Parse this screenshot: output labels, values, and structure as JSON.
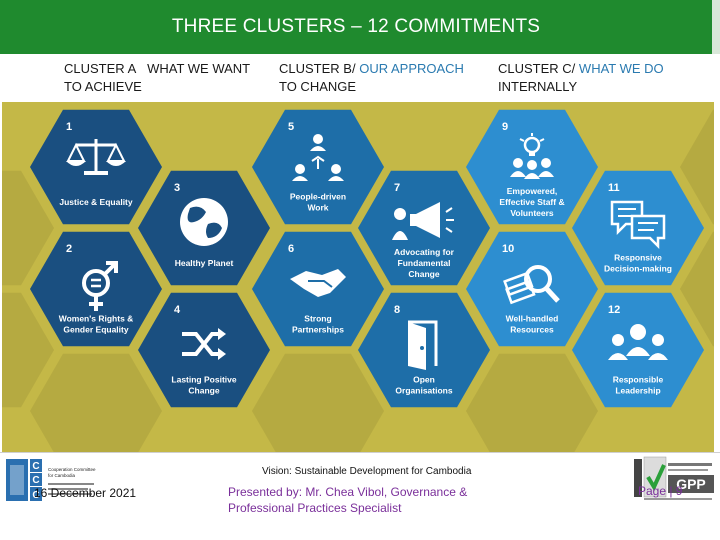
{
  "title": "THREE CLUSTERS – 12 COMMITMENTS",
  "clusters": {
    "a": {
      "prefix": "CLUSTER A",
      "rest": "WHAT WE WANT TO ACHIEVE"
    },
    "b": {
      "prefix": "CLUSTER B/",
      "accent": "OUR APPROACH",
      "rest": "TO CHANGE"
    },
    "c": {
      "prefix": "CLUSTER C/",
      "accent": "WHAT WE DO",
      "rest": "INTERNALLY"
    }
  },
  "commitments": [
    {
      "num": "1",
      "lines": [
        "Justice & Equality"
      ],
      "icon": "scales-icon",
      "color": "#1a4f80"
    },
    {
      "num": "2",
      "lines": [
        "Women's Rights &",
        "Gender Equality"
      ],
      "icon": "gender-icon",
      "color": "#1a4f80"
    },
    {
      "num": "3",
      "lines": [
        "Healthy Planet"
      ],
      "icon": "globe-icon",
      "color": "#1a4f80"
    },
    {
      "num": "4",
      "lines": [
        "Lasting Positive",
        "Change"
      ],
      "icon": "shuffle-icon",
      "color": "#1a4f80"
    },
    {
      "num": "5",
      "lines": [
        "People-driven",
        "Work"
      ],
      "icon": "people-cycle-icon",
      "color": "#1e6ea8"
    },
    {
      "num": "6",
      "lines": [
        "Strong",
        "Partnerships"
      ],
      "icon": "handshake-icon",
      "color": "#1e6ea8"
    },
    {
      "num": "7",
      "lines": [
        "Advocating for",
        "Fundamental",
        "Change"
      ],
      "icon": "megaphone-icon",
      "color": "#1e6ea8"
    },
    {
      "num": "8",
      "lines": [
        "Open",
        "Organisations"
      ],
      "icon": "door-icon",
      "color": "#1e6ea8"
    },
    {
      "num": "9",
      "lines": [
        "Empowered,",
        "Effective Staff &",
        "Volunteers"
      ],
      "icon": "team-lightbulb-icon",
      "color": "#2d8ed0"
    },
    {
      "num": "10",
      "lines": [
        "Well-handled",
        "Resources"
      ],
      "icon": "money-magnifier-icon",
      "color": "#2d8ed0"
    },
    {
      "num": "11",
      "lines": [
        "Responsive",
        "Decision-making"
      ],
      "icon": "chat-bubbles-icon",
      "color": "#2d8ed0"
    },
    {
      "num": "12",
      "lines": [
        "Responsible",
        "Leadership"
      ],
      "icon": "leadership-icon",
      "color": "#2d8ed0"
    }
  ],
  "footer": {
    "vision": "Vision: Sustainable Development for Cambodia",
    "date": "16 December 2021",
    "presented": "Presented by: Mr. Chea Vibol, Governance & Professional Practices Specialist",
    "page": "Page | 9"
  },
  "logos": {
    "ccc": {
      "letters": [
        "C",
        "C",
        "C"
      ],
      "line1": "Cooperation Committee",
      "line2": "for Cambodia"
    },
    "gpp": {
      "text": "GPP"
    }
  }
}
